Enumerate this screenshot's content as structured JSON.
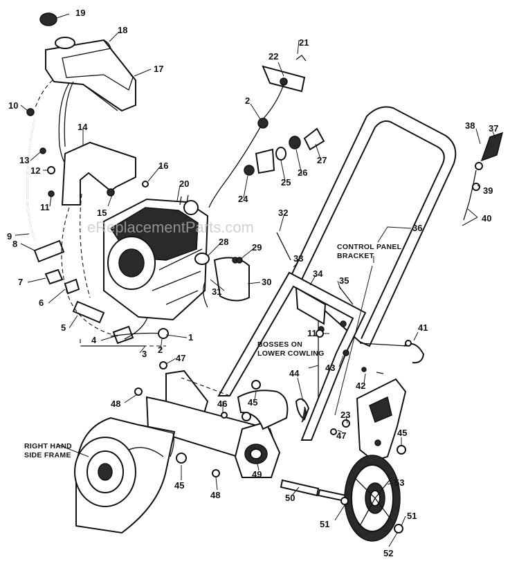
{
  "watermark": "eReplacementParts.com",
  "notes": {
    "control_panel_bracket": [
      "CONTROL PANEL",
      "BRACKET"
    ],
    "bosses_on_lower_cowling": [
      "BOSSES ON",
      "LOWER COWLING"
    ],
    "right_hand_side_frame": [
      "RIGHT HAND",
      "SIDE FRAME"
    ]
  },
  "callouts": {
    "c1": "1",
    "c2a": "2",
    "c2b": "2",
    "c3": "3",
    "c4": "4",
    "c5": "5",
    "c6": "6",
    "c7": "7",
    "c8": "8",
    "c9": "9",
    "c10": "10",
    "c11a": "11",
    "c11b": "11",
    "c12": "12",
    "c13": "13",
    "c14": "14",
    "c15": "15",
    "c16": "16",
    "c17": "17",
    "c18": "18",
    "c19": "19",
    "c20": "20",
    "c21": "21",
    "c22": "22",
    "c23": "23",
    "c24": "24",
    "c25": "25",
    "c26": "26",
    "c27": "27",
    "c28": "28",
    "c29": "29",
    "c30": "30",
    "c31": "31",
    "c32": "32",
    "c33": "33",
    "c34": "34",
    "c35": "35",
    "c36": "36",
    "c37": "37",
    "c38": "38",
    "c39": "39",
    "c40": "40",
    "c41": "41",
    "c42": "42",
    "c43": "43",
    "c44": "44",
    "c45a": "45",
    "c45b": "45",
    "c45c": "45",
    "c46": "46",
    "c47a": "47",
    "c47b": "47",
    "c48a": "48",
    "c48b": "48",
    "c49": "49",
    "c50": "50",
    "c51a": "51",
    "c51b": "51",
    "c52": "52",
    "c53": "53"
  }
}
